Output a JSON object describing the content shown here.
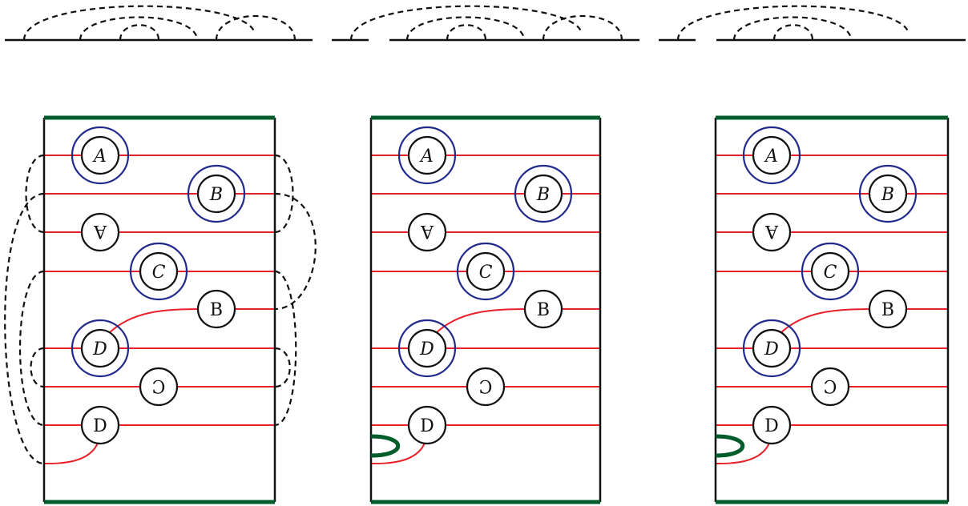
{
  "colors": {
    "strand": "#e8202a",
    "boundary": "#005c2b",
    "frame": "#111111",
    "ring": "#1f2a8c",
    "dashed": "#111111"
  },
  "top_arcs": {
    "panel_1_arc_count": 4,
    "panel_2_arc_count": 4,
    "panel_3_arc_count": 3
  },
  "panels": [
    {
      "id": "panel-1",
      "labels": {
        "A_top": "A",
        "B_top": "B",
        "A_flip": "A",
        "C_top": "C",
        "B_side": "B",
        "D_top": "D",
        "C_side": "C",
        "D_side": "D"
      },
      "has_dashed_connections": true,
      "has_green_cap": false
    },
    {
      "id": "panel-2",
      "labels": {
        "A_top": "A",
        "B_top": "B",
        "A_flip": "A",
        "C_top": "C",
        "B_side": "B",
        "D_top": "D",
        "C_side": "C",
        "D_side": "D"
      },
      "has_dashed_connections": false,
      "has_green_cap": true
    },
    {
      "id": "panel-3",
      "labels": {
        "A_top": "A",
        "B_top": "B",
        "A_flip": "A",
        "C_top": "C",
        "B_side": "B",
        "D_top": "D",
        "C_side": "C",
        "D_side": "D"
      },
      "has_dashed_connections": false,
      "has_green_cap": true
    }
  ]
}
